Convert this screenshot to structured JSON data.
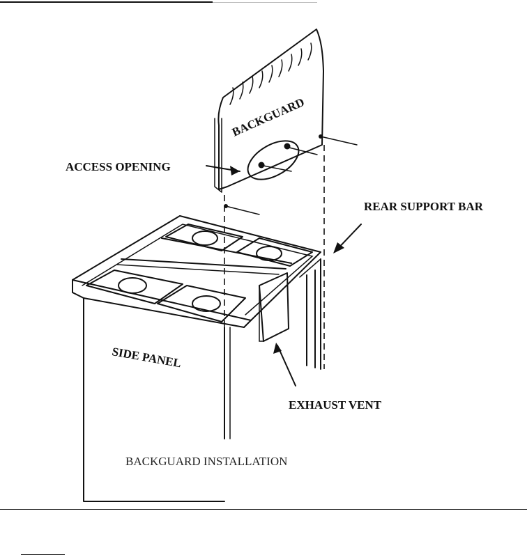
{
  "labels": {
    "backguard": "BACKGUARD",
    "access_opening": "ACCESS OPENING",
    "rear_support_bar": "REAR SUPPORT BAR",
    "side_panel": "SIDE PANEL",
    "exhaust_vent": "EXHAUST VENT",
    "caption": "BACKGUARD INSTALLATION"
  }
}
